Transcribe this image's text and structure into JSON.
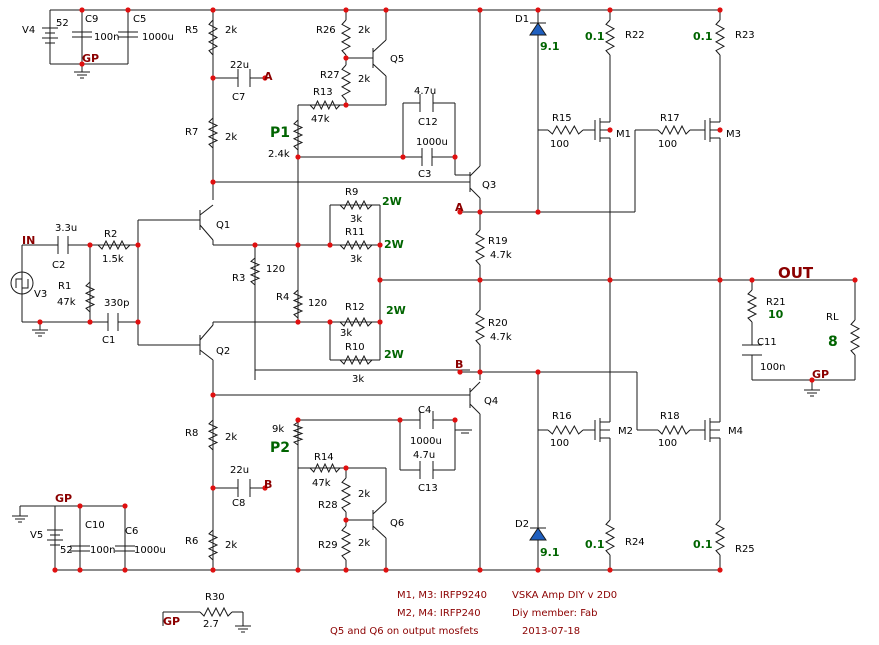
{
  "labels": {
    "empty": "",
    "v4": "V4",
    "v4_value": "52",
    "c9": "C9",
    "c9_value": "100n",
    "c5": "C5",
    "c5_value": "1000u",
    "gp": "GP",
    "r5": "R5",
    "r5_value": "2k",
    "c7": "C7",
    "c7_value": "22u",
    "node_a": "A",
    "node_b": "B",
    "r7": "R7",
    "r7_value": "2k",
    "r26": "R26",
    "r26_value": "2k",
    "q5": "Q5",
    "r27": "R27",
    "r27_value": "2k",
    "r13": "R13",
    "r13_value": "47k",
    "p1": "P1",
    "p1_value": "2.4k",
    "c12": "C12",
    "c12_value": "4.7u",
    "c3": "C3",
    "c3_value": "1000u",
    "q3": "Q3",
    "r9": "R9",
    "r9_value": "3k",
    "r11": "R11",
    "r11_value": "3k",
    "r12": "R12",
    "r12_value": "3k",
    "r10": "R10",
    "r10_value": "3k",
    "power_2w": "2W",
    "r3": "R3",
    "r3_value": "120",
    "r4": "R4",
    "r4_value": "120",
    "r19": "R19",
    "r19_value": "4.7k",
    "r20": "R20",
    "r20_value": "4.7k",
    "q4": "Q4",
    "in": "IN",
    "c2": "C2",
    "c2_value": "3.3u",
    "r2": "R2",
    "r2_value": "1.5k",
    "v3": "V3",
    "r1": "R1",
    "r1_value": "47k",
    "c1": "C1",
    "c1_value": "330p",
    "q1": "Q1",
    "q2": "Q2",
    "r8": "R8",
    "r8_value": "2k",
    "c8": "C8",
    "c8_value": "22u",
    "r6": "R6",
    "r6_value": "2k",
    "p2": "P2",
    "p2_value": "9k",
    "r14": "R14",
    "r14_value": "47k",
    "r28": "R28",
    "r28_value": "2k",
    "q6": "Q6",
    "r29": "R29",
    "r29_value": "2k",
    "c4": "C4",
    "c4_value": "1000u",
    "c13": "C13",
    "c13_value": "4.7u",
    "v5": "V5",
    "v5_value": "52",
    "c10": "C10",
    "c10_value": "100n",
    "c6": "C6",
    "c6_value": "1000u",
    "d1": "D1",
    "d2": "D2",
    "zener_value": "9.1",
    "r22": "R22",
    "r22_value": "0.1",
    "r23": "R23",
    "r23_value": "0.1",
    "r15": "R15",
    "r15_value": "100",
    "m1": "M1",
    "r17": "R17",
    "r17_value": "100",
    "m3": "M3",
    "out": "OUT",
    "r21": "R21",
    "r21_value": "10",
    "rl": "RL",
    "rl_value": "8",
    "c11": "C11",
    "c11_value": "100n",
    "r16": "R16",
    "r16_value": "100",
    "m2": "M2",
    "r18": "R18",
    "r18_value": "100",
    "m4": "M4",
    "r24": "R24",
    "r24_value": "0.1",
    "r25": "R25",
    "r25_value": "0.1",
    "r30": "R30",
    "r30_value": "2.7"
  },
  "notes": {
    "m1_m3": "M1, M3: IRFP9240",
    "m2_m4": "M2, M4: IRFP240",
    "q5_q6": "Q5 and Q6 on output mosfets",
    "title": "VSKA Amp DIY v 2D0",
    "member": "Diy member: Fab",
    "date": "2013-07-18"
  }
}
